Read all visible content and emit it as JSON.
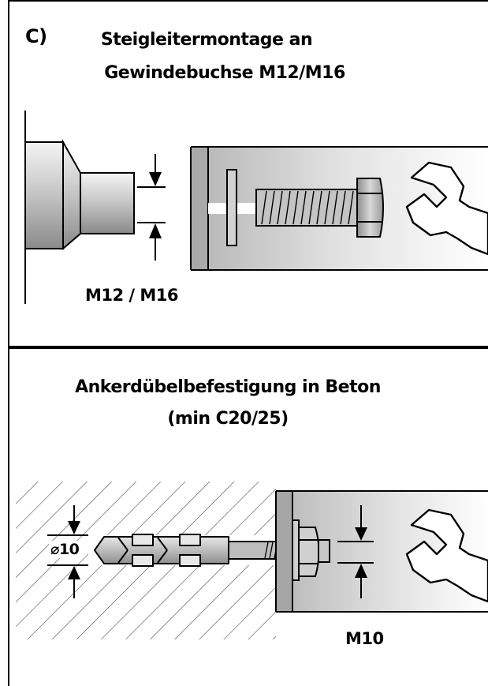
{
  "top_panel": {
    "section_letter": "C)",
    "title_line_1": "Steigleitermontage an",
    "title_line_2": "Gewindebuchse M12/M16",
    "thread_label": "M12 / M16"
  },
  "bottom_panel": {
    "title_line_1": "Ankerdübelbefestigung in Beton",
    "title_line_2": "(min C20/25)",
    "drill_diameter_label": "⌀10",
    "bolt_label": "M10"
  }
}
